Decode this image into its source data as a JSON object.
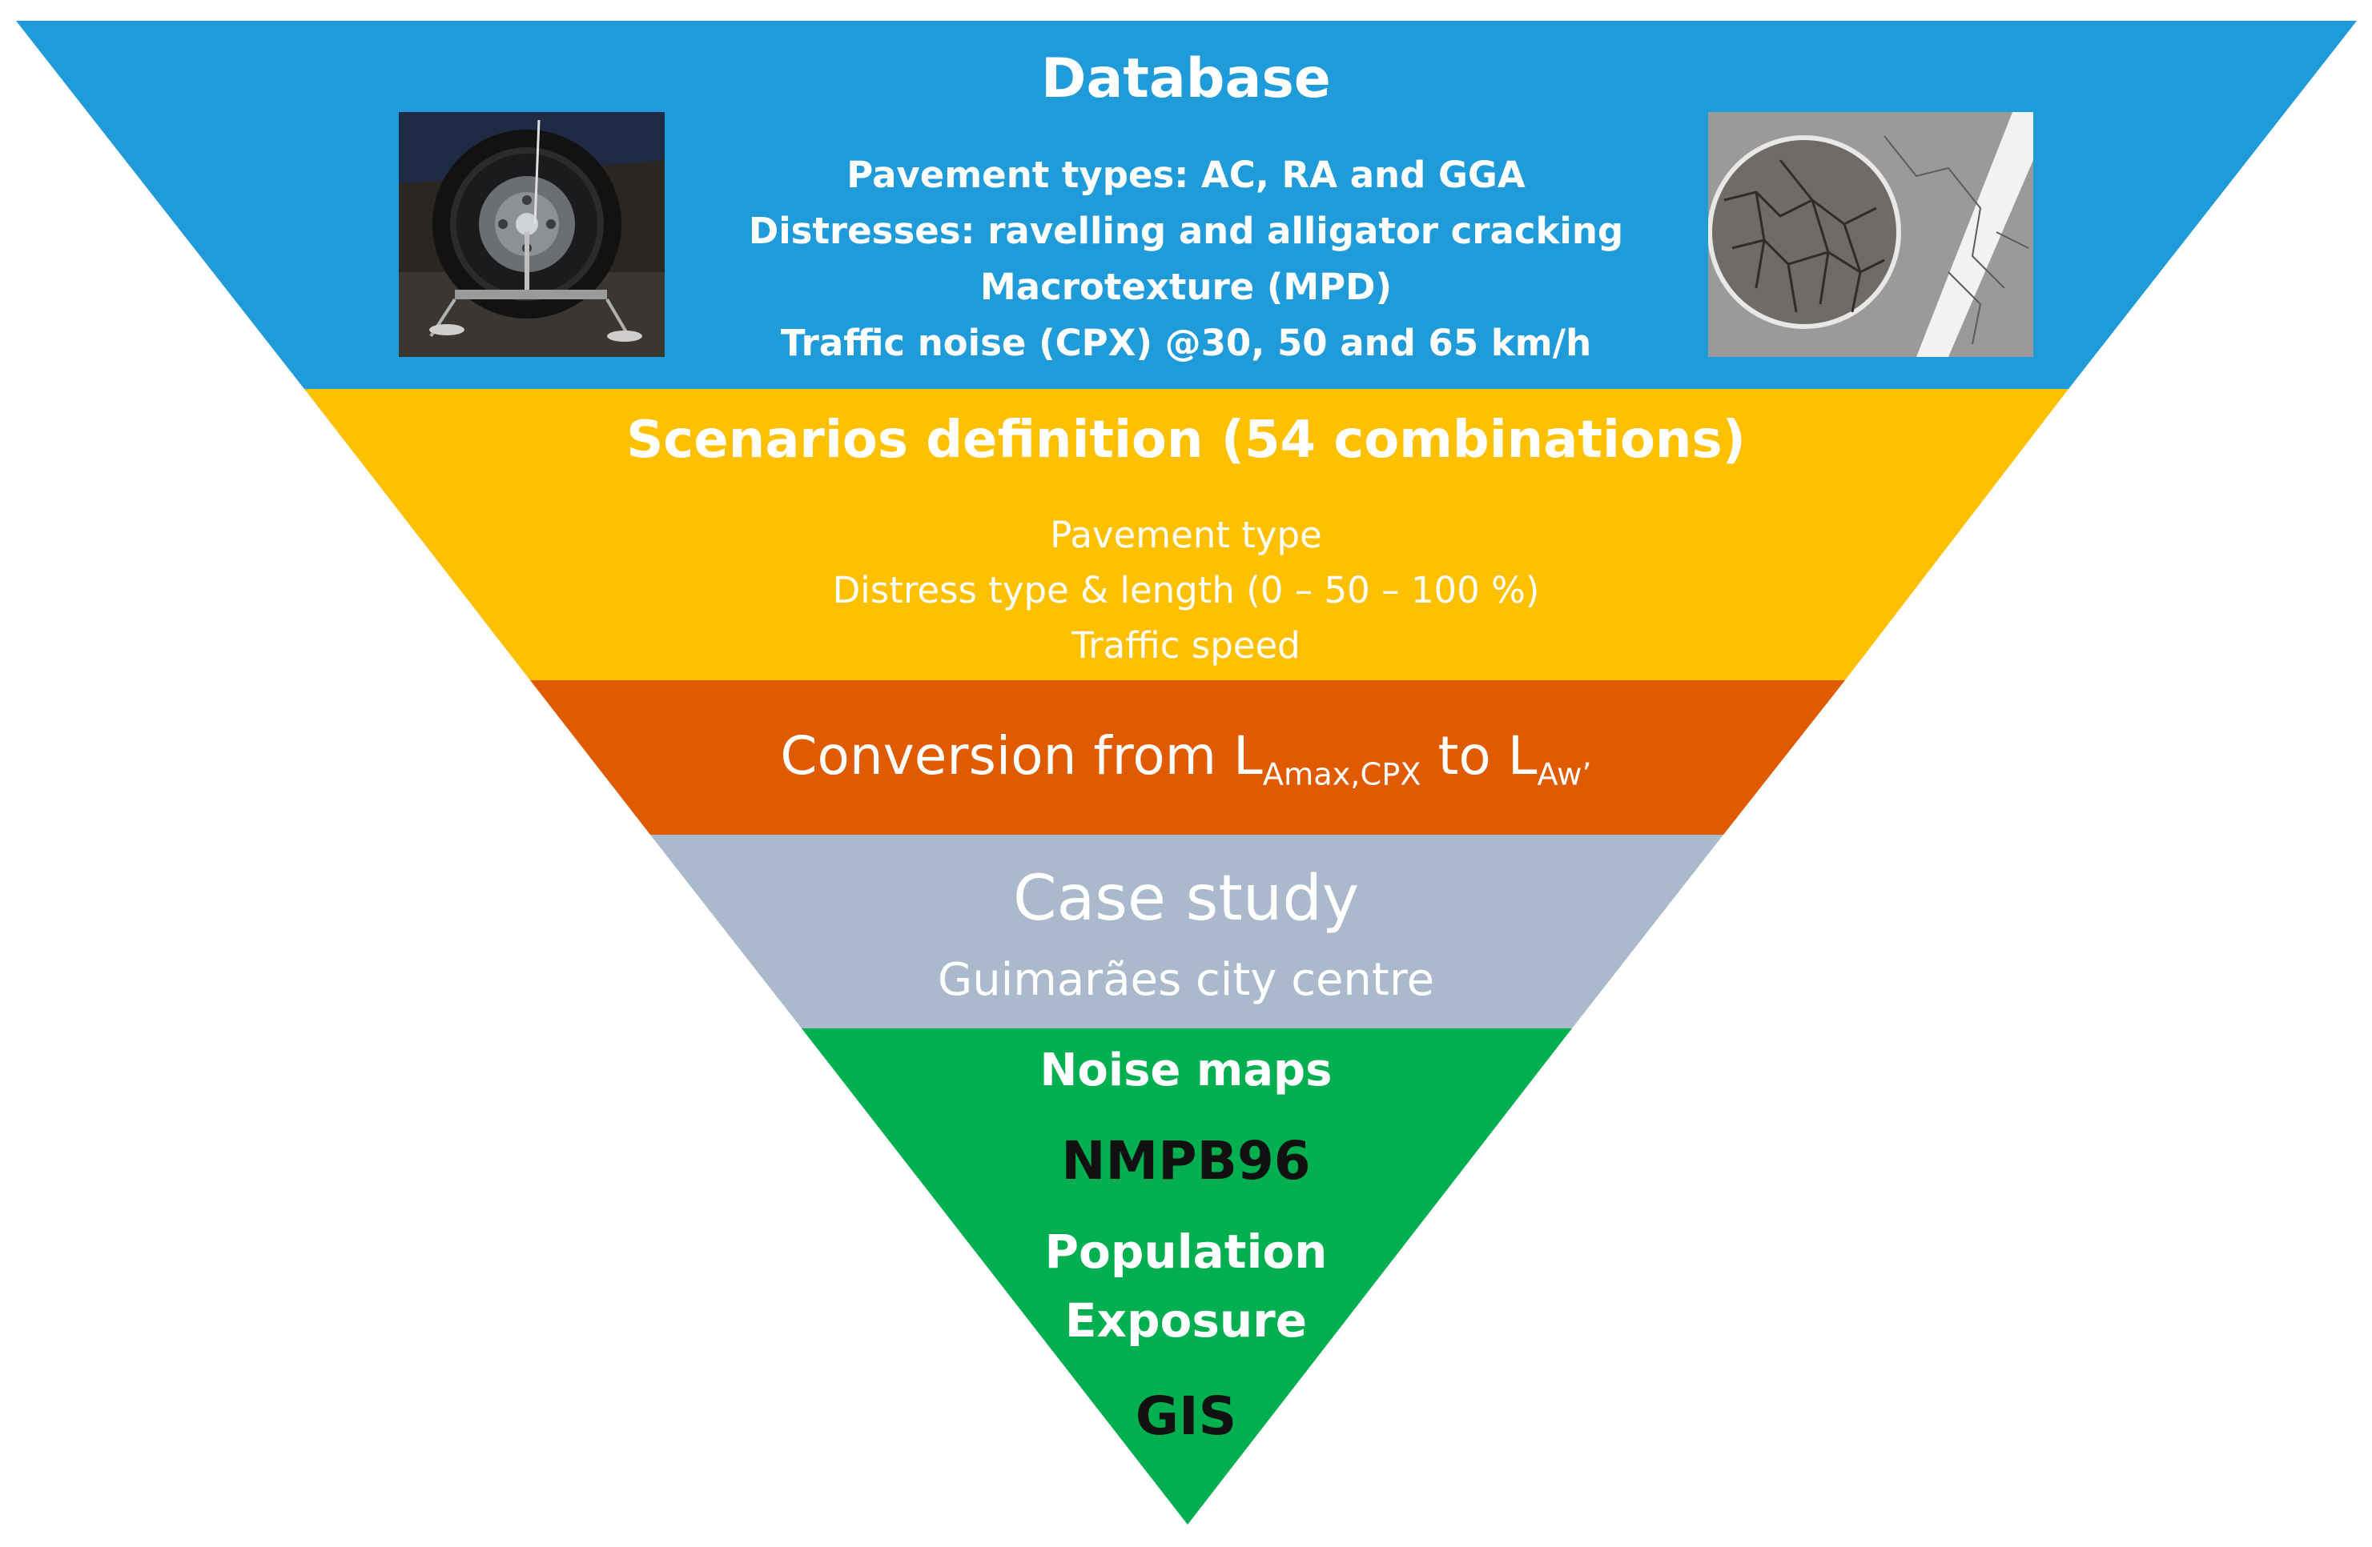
{
  "colors": {
    "database": "#1f9bd9",
    "scenarios": "#ffc000",
    "conversion": "#e05a00",
    "case_study": "#aab9cb",
    "outputs": "#00b050"
  },
  "database": {
    "title": "Database",
    "lines": [
      "Pavement types: AC, RA and GGA",
      "Distresses: ravelling and alligator cracking",
      "Macrotexture (MPD)",
      "Traffic noise (CPX) @30, 50 and 65 km/h"
    ],
    "left_image": "cpx-trailer-tire-photo",
    "right_image": "alligator-cracking-pavement-photo"
  },
  "scenarios": {
    "title": "Scenarios definition (54 combinations)",
    "lines": [
      "Pavement type",
      "Distress type & length (0 – 50 – 100 %)",
      "Traffic speed"
    ]
  },
  "conversion": {
    "prefix": "Conversion from L",
    "sub1": "Amax,CPX",
    "middle": " to L",
    "sub2": "Aw’"
  },
  "case_study": {
    "title": "Case study",
    "subtitle": "Guimarães city centre"
  },
  "outputs": {
    "noise_maps": "Noise maps",
    "nmpb": "NMPB96",
    "population": "Population",
    "exposure": "Exposure",
    "gis": "GIS"
  }
}
